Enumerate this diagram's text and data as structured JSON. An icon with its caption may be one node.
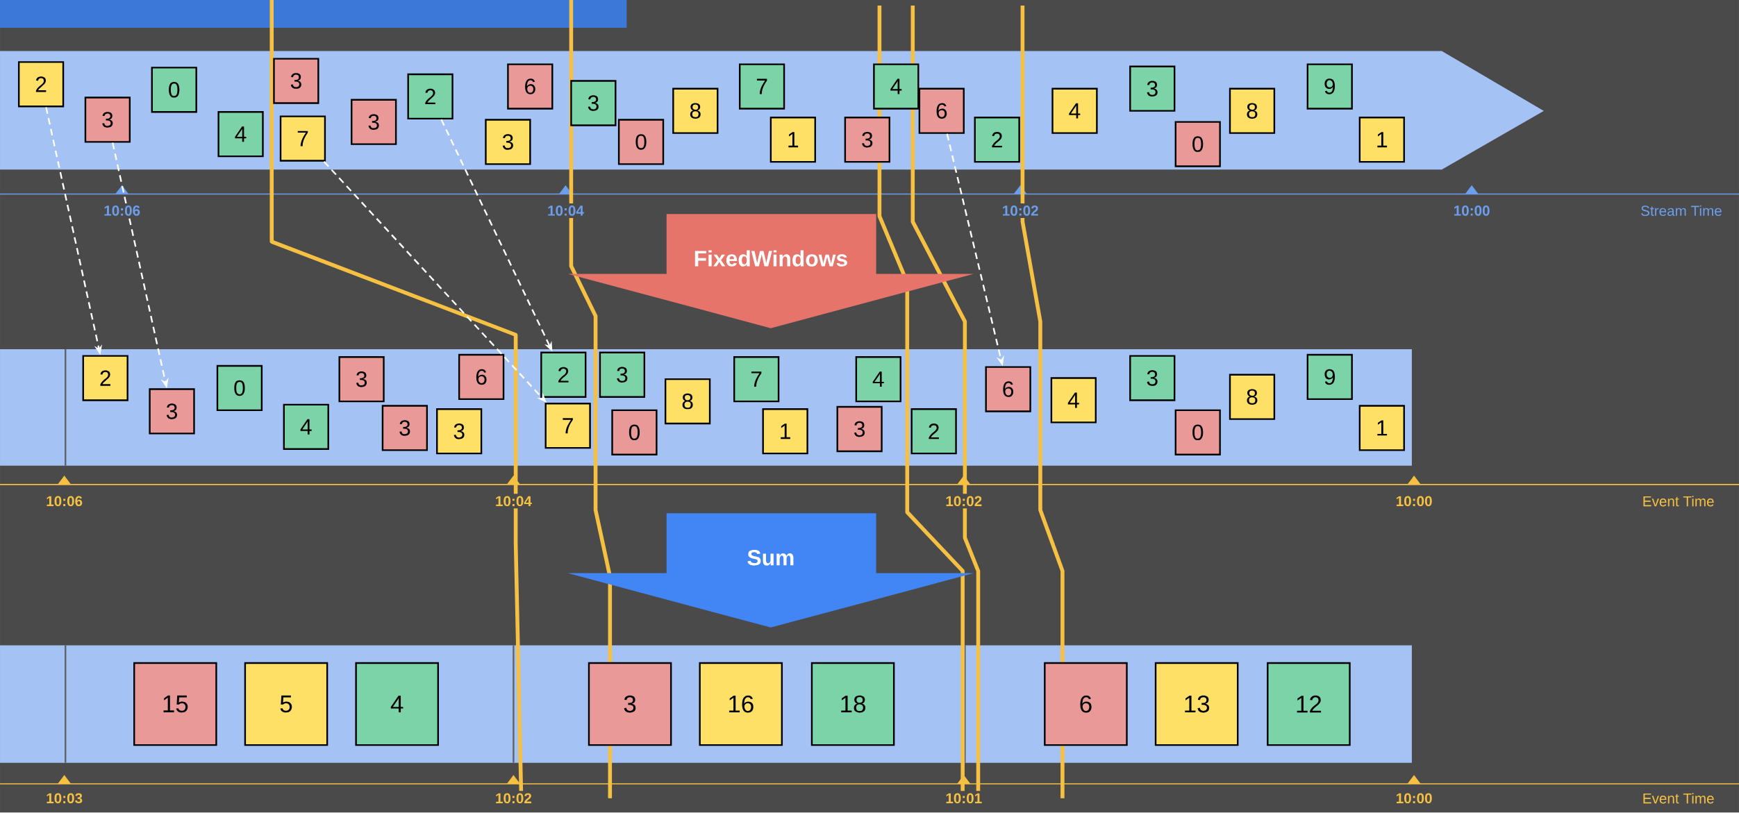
{
  "diagram": {
    "nodes": [
      {
        "text": [
          "2"
        ]
      },
      {
        "text": [
          "3"
        ]
      },
      {
        "text": [
          "0"
        ]
      },
      {
        "text": [
          "4"
        ]
      },
      {
        "text": [
          "3"
        ]
      },
      {
        "text": [
          "7"
        ]
      },
      {
        "text": [
          "3"
        ]
      },
      {
        "text": [
          "2"
        ]
      },
      {
        "text": [
          "6"
        ]
      },
      {
        "text": [
          "3"
        ]
      },
      {
        "text": [
          "3"
        ]
      },
      {
        "text": [
          "0"
        ]
      },
      {
        "text": [
          "8"
        ]
      },
      {
        "text": [
          "7"
        ]
      },
      {
        "text": [
          "1"
        ]
      },
      {
        "text": [
          "4"
        ]
      },
      {
        "text": [
          "3"
        ]
      },
      {
        "text": [
          "6"
        ]
      },
      {
        "text": [
          "2"
        ]
      },
      {
        "text": [
          "4"
        ]
      },
      {
        "text": [
          "3"
        ]
      },
      {
        "text": [
          "0"
        ]
      },
      {
        "text": [
          "8"
        ]
      },
      {
        "text": [
          "9"
        ]
      },
      {
        "text": [
          "1"
        ]
      },
      {
        "text": [
          "2"
        ]
      },
      {
        "text": [
          "3"
        ]
      },
      {
        "text": [
          "0"
        ]
      },
      {
        "text": [
          "4"
        ]
      },
      {
        "text": [
          "3"
        ]
      },
      {
        "text": [
          "3"
        ]
      },
      {
        "text": [
          "3"
        ]
      },
      {
        "text": [
          "6"
        ]
      },
      {
        "text": [
          "2"
        ]
      },
      {
        "text": [
          "7"
        ]
      },
      {
        "text": [
          "3"
        ]
      },
      {
        "text": [
          "0"
        ]
      },
      {
        "text": [
          "8"
        ]
      },
      {
        "text": [
          "7"
        ]
      },
      {
        "text": [
          "1"
        ]
      },
      {
        "text": [
          "3"
        ]
      },
      {
        "text": [
          "4"
        ]
      },
      {
        "text": [
          "2"
        ]
      },
      {
        "text": [
          "6"
        ]
      },
      {
        "text": [
          "4"
        ]
      },
      {
        "text": [
          "3"
        ]
      },
      {
        "text": [
          "0"
        ]
      },
      {
        "text": [
          "8"
        ]
      },
      {
        "text": [
          "9"
        ]
      },
      {
        "text": [
          "1"
        ]
      },
      {
        "text": [
          "15"
        ]
      },
      {
        "text": [
          "5"
        ]
      },
      {
        "text": [
          "4"
        ]
      },
      {
        "text": [
          "3"
        ]
      },
      {
        "text": [
          "16"
        ]
      },
      {
        "text": [
          "18"
        ]
      },
      {
        "text": [
          "6"
        ]
      },
      {
        "text": [
          "13"
        ]
      },
      {
        "text": [
          "12"
        ]
      },
      {
        "text": [
          "FixedWindows"
        ]
      },
      {
        "text": [
          "Sum"
        ]
      },
      {
        "text": [],
        "shape": "bar"
      }
    ],
    "edges": [
      {
        "from": 0,
        "to": 25,
        "arrow": "to",
        "style": "dashed",
        "color": "#ffffff"
      },
      {
        "from": 1,
        "to": 26,
        "arrow": "to",
        "style": "dashed",
        "color": "#ffffff"
      },
      {
        "from": 5,
        "to": 34,
        "arrow": "to",
        "style": "dashed",
        "color": "#ffffff"
      },
      {
        "from": 7,
        "to": 33,
        "arrow": "to",
        "style": "dashed",
        "color": "#ffffff"
      },
      {
        "from": 17,
        "to": 43,
        "arrow": "to",
        "style": "dashed",
        "color": "#ffffff"
      }
    ],
    "labels": [
      "10:06",
      "10:04",
      "10:02",
      "10:00",
      "Stream Time",
      "10:06",
      "10:04",
      "10:02",
      "10:00",
      "Event Time",
      "10:03",
      "10:02",
      "10:01",
      "10:00",
      "Event Time"
    ]
  }
}
